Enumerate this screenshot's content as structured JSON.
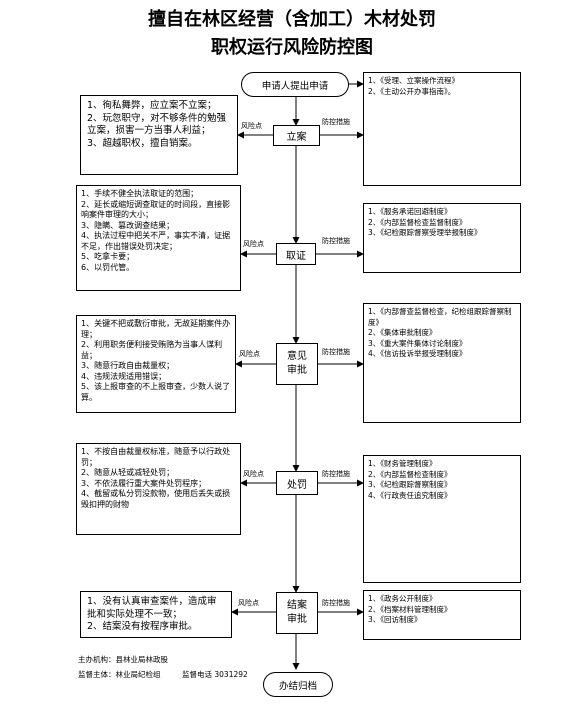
{
  "title_line1": "擅自在林区经营（含加工）木材处罚",
  "title_line2": "职权运行风险防控图",
  "start": "申请人提出申请",
  "end": "办结归档",
  "risk_label": "风险点",
  "control_label": "防控措施",
  "steps": [
    {
      "name": "立案",
      "risks": "1、徇私舞弊，应立案不立案；\n2、玩忽职守，对不够条件的勉强立案，损害一方当事人利益；\n3、超越职权，擅自销案。",
      "controls": "1、《受理、立案操作流程》\n2、《主动公开办事指南》。"
    },
    {
      "name": "取证",
      "risks": "1、手续不健全执法取证的范围；\n2、延长或缩短调查取证的时间段，直接影响案件审理的大小；\n3、隐瞒、篡改调查结果；\n4、执法过程中把关不严，事实不清，证据不足，作出错误处罚决定；\n5、吃拿卡要；\n6、以罚代管。",
      "controls": "1、《服务承诺回避制度》\n2、《内部监督检查监督制度》\n3、《纪检跟踪督察受理举报制度》"
    },
    {
      "name_lines": [
        "意见",
        "审批"
      ],
      "risks": "1、关键不把或敷衍审批，无故延期案件办理；\n2、利用职务便利接受贿赂为当事人谋利益；\n3、随意行政自由裁量权；\n4、违规法规适用错误；\n5、该上报审查的不上报审查，少数人说了算。",
      "controls": "1、《内部督查监督检查，纪检组跟踪督察制度》\n2、《集体审批制度》\n3、《重大案件集体讨论制度》\n4、《信访投诉举报受理制度》"
    },
    {
      "name": "处罚",
      "risks": "1、不按自由裁量权标准，随意予以行政处罚；\n2、随意从轻或减轻处罚；\n3、不依法履行重大案件处罚程序；\n4、截留或私分罚没款物，使用后丢失或损毁扣押的财物",
      "controls": "1、《财务管理制度》\n2、《内部监督检查制度》\n3、《纪检跟踪督察制度》\n4、《行政责任追究制度》"
    },
    {
      "name_lines": [
        "结案",
        "审批"
      ],
      "risks": "1、没有认真审查案件，造成审批和实际处理不一致；\n2、结案没有按程序审批。",
      "controls": "1、《政务公开制度》\n2、《档案材料管理制度》\n3、《回访制度》"
    }
  ],
  "footer": {
    "organizer": "主办机构：县林业局林政股",
    "supervisor": "监督主体：林业局纪检组",
    "phone": "监督电话 3031292"
  }
}
